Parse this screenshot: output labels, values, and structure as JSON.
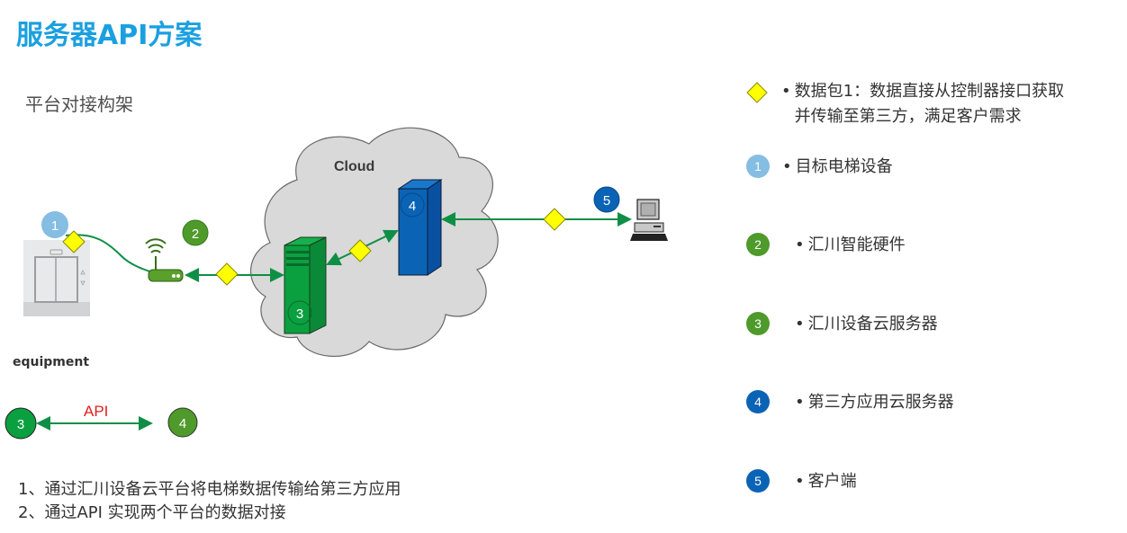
{
  "title": "服务器API方案",
  "subtitle": "平台对接构架",
  "diagram": {
    "cloud_label": "Cloud",
    "equipment_label": "equipment",
    "api_label": "API",
    "badges": {
      "n1": "1",
      "n2": "2",
      "n3": "3",
      "n4": "4",
      "n5": "5"
    },
    "api_link": {
      "from": "3",
      "to": "4"
    }
  },
  "notes": [
    "1、通过汇川设备云平台将电梯数据传输给第三方应用",
    "2、通过API 实现两个平台的数据对接"
  ],
  "legend": {
    "packet": {
      "line1": "数据包1：数据直接从控制器接口获取",
      "line2": "并传输至第三方，满足客户需求"
    },
    "items": [
      {
        "badge": "1",
        "label": "目标电梯设备",
        "color": "#85bde3"
      },
      {
        "badge": "2",
        "label": "汇川智能硬件",
        "color": "#4e9a2a"
      },
      {
        "badge": "3",
        "label": "汇川设备云服务器",
        "color": "#4e9a2a"
      },
      {
        "badge": "4",
        "label": "第三方应用云服务器",
        "color": "#0b63b5"
      },
      {
        "badge": "5",
        "label": "客户端",
        "color": "#0b63b5"
      }
    ],
    "bullet": "•"
  },
  "colors": {
    "title": "#1aa0e0",
    "arrow": "#0f8f45",
    "packet": "#ffff00",
    "server3": "#0aa040",
    "server4": "#0b63b5",
    "api_label": "#e02020",
    "cloud": "#d9d9d9"
  }
}
